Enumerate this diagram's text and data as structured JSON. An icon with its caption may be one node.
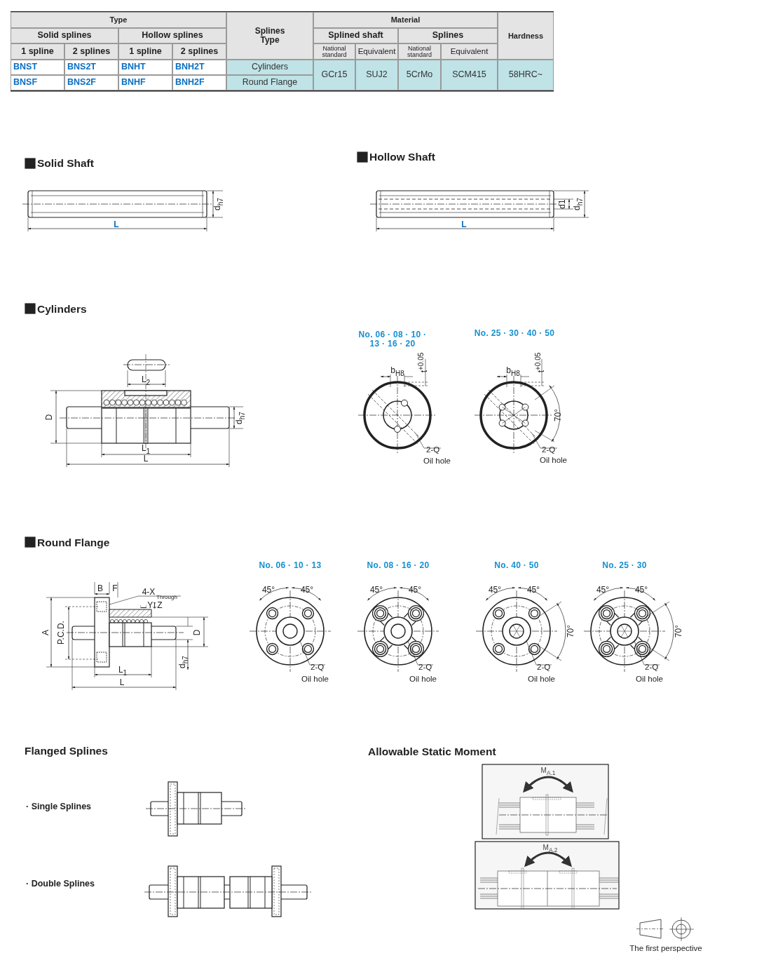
{
  "diagram": {
    "labels": [
      "Type",
      "Splines Type",
      "Material",
      "Hardness",
      "Solid splines",
      "Hollow splines",
      "Splined shaft",
      "Splines",
      "1 spline",
      "2 splines",
      "1 spline",
      "2 splines",
      "National standard",
      "Equivalent",
      "National standard",
      "Equivalent",
      "BNST",
      "BNS2T",
      "BNHT",
      "BNH2T",
      "Cylinders",
      "GCr15",
      "SUJ2",
      "5CrMo",
      "SCM415",
      "58HRC~",
      "BNSF",
      "BNS2F",
      "BNHF",
      "BNH2F",
      "Round Flange",
      "Solid Shaft",
      "d$_{h7}$",
      "L",
      "Hollow Shaft",
      "d1",
      "d$_{h7}$",
      "L",
      "Cylinders",
      "L$_{2}$",
      "D",
      "d$_{h7}$",
      "L$_{1}$",
      "L",
      "No. 06 · 08 · 10 · 13 · 16 · 20",
      "No. 25 · 30 · 40 · 50",
      "b$_{H8}$",
      "t$^{+0.05}$",
      "2-Q",
      "Oil hole",
      "b$_{H8}$",
      "t$^{+0.05}$",
      "70°",
      "2-Q",
      "Oil hole",
      "Round Flange",
      "B",
      "F",
      "4-X",
      "Through",
      "⌴Y↧Z",
      "A",
      "P.C.D.",
      "D",
      "d$_{h7}$",
      "L$_{1}$",
      "L",
      "No. 06 · 10 · 13",
      "45°",
      "45°",
      "2-Q",
      "Oil hole",
      "No. 08 · 16 · 20",
      "45°",
      "45°",
      "2-Q",
      "Oil hole",
      "No. 40 · 50",
      "45°",
      "45°",
      "70°",
      "2-Q",
      "Oil hole",
      "No. 25 · 30",
      "45°",
      "45°",
      "70°",
      "2-Q",
      "Oil hole",
      "Flanged Splines",
      "· Single Splines",
      "· Double Splines",
      "Allowable Static Moment",
      "M$_{A.1}$",
      "M$_{A.2}$",
      "The first perspective"
    ]
  }
}
